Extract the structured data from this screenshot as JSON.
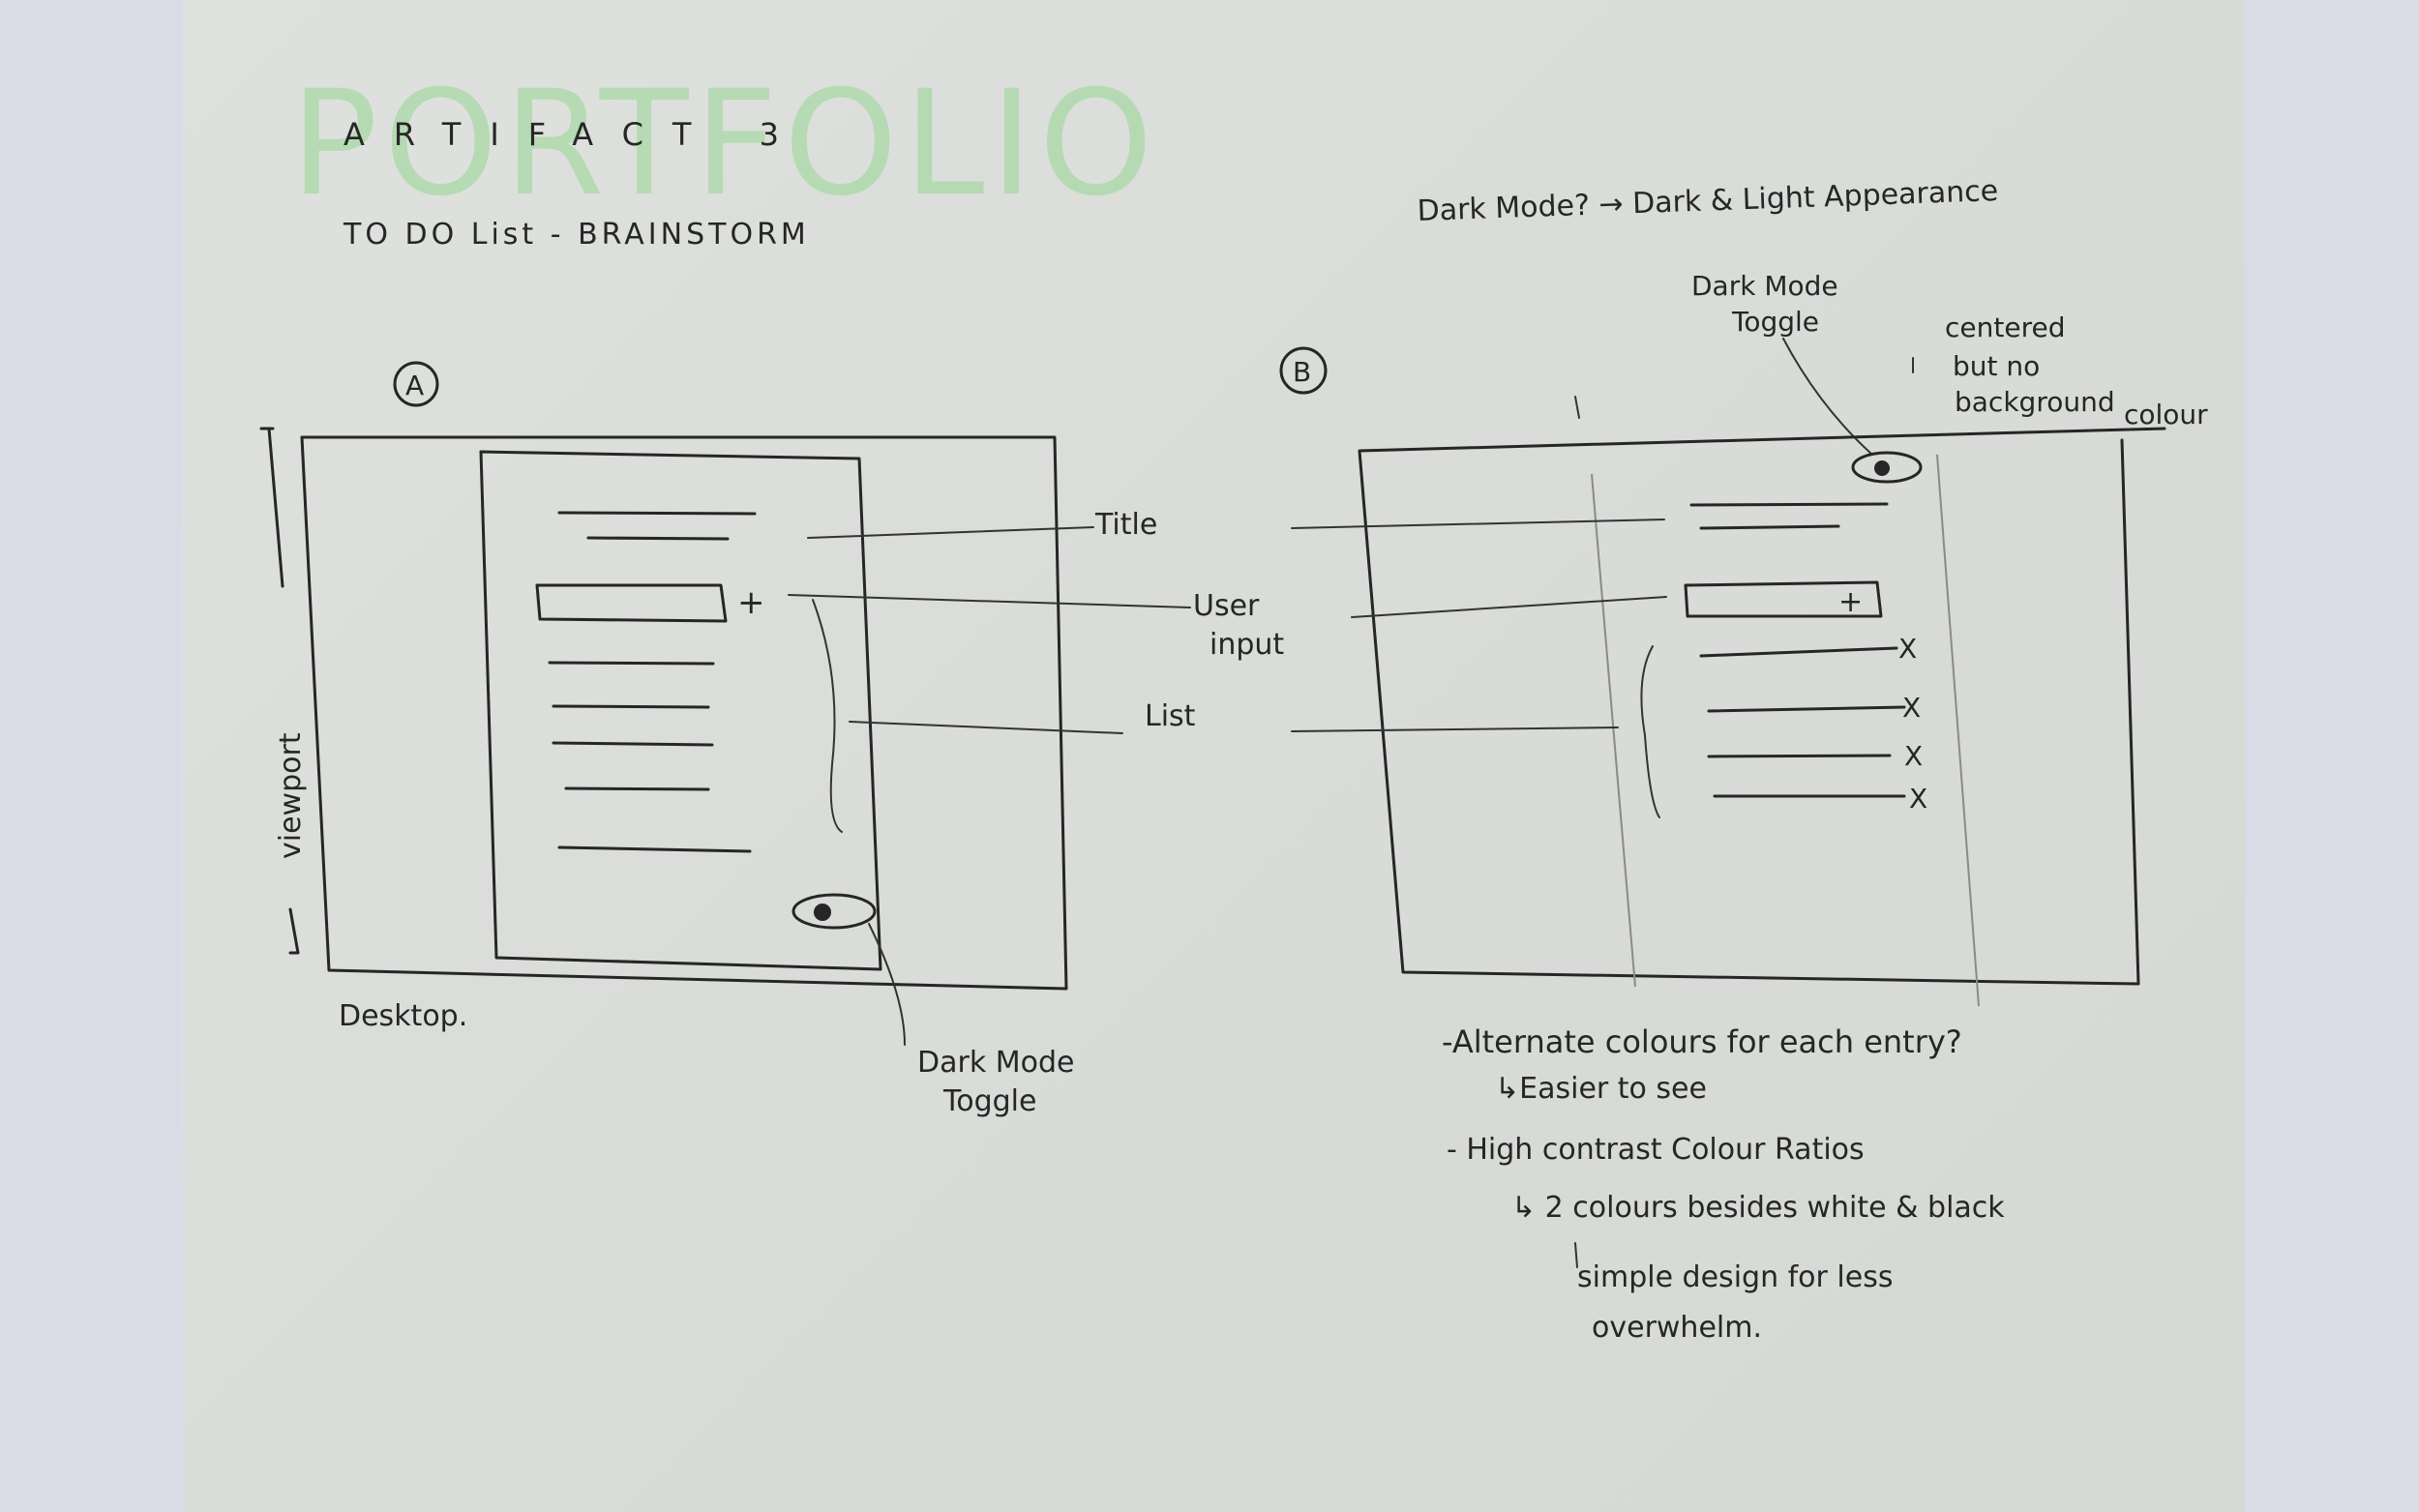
{
  "header": {
    "watermark": "PORTFOLIO",
    "title": "ARTIFACT 3",
    "subtitle": "TO DO List - BRAINSTORM"
  },
  "sketch_a": {
    "marker": "A",
    "labels": {
      "title": "Title",
      "user_input_1": "User",
      "user_input_2": "input",
      "list": "List",
      "viewport": "viewport",
      "desktop": "Desktop.",
      "toggle_1": "Dark Mode",
      "toggle_2": "Toggle"
    },
    "plus": "+"
  },
  "sketch_b": {
    "marker": "B",
    "question": "Dark Mode? → Dark & Light Appearance",
    "toggle_1": "Dark Mode",
    "toggle_2": "Toggle",
    "centered_1": "centered",
    "centered_2": "but no",
    "centered_3": "background",
    "centered_4": "colour",
    "plus": "+",
    "delete_marks": [
      "X",
      "X",
      "X",
      "X"
    ]
  },
  "notes": {
    "n1": "-Alternate colours for each entry?",
    "n2": "↳Easier to see",
    "n3": "- High contrast Colour Ratios",
    "n4": "↳ 2 colours besides white & black",
    "n5": "simple design for less",
    "n6": "overwhelm."
  }
}
